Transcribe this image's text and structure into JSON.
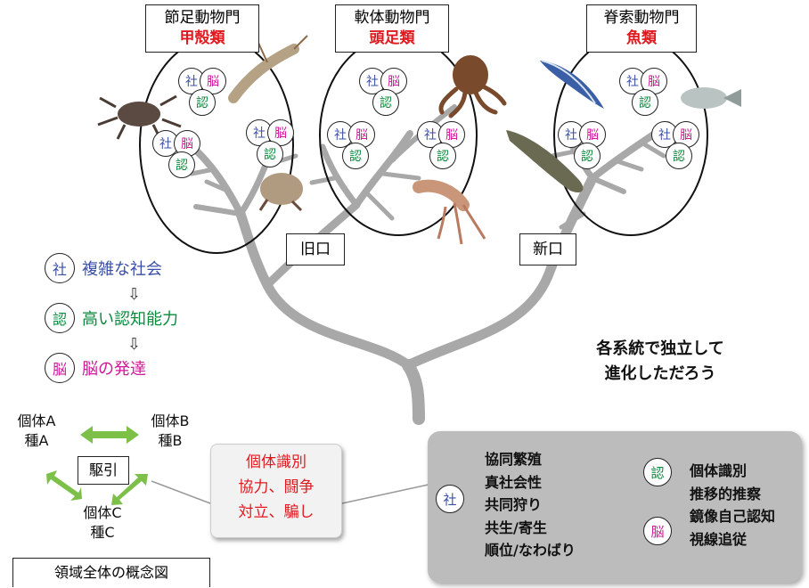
{
  "phyla": [
    {
      "phylum": "節足動物門",
      "class": "甲殻類"
    },
    {
      "phylum": "軟体動物門",
      "class": "頭足類"
    },
    {
      "phylum": "脊索動物門",
      "class": "魚類"
    }
  ],
  "badges": {
    "sha": "社",
    "nou": "脳",
    "nin": "認"
  },
  "branch_labels": {
    "protostome": "旧口",
    "deuterostome": "新口"
  },
  "legend": [
    {
      "symbol": "社",
      "text": "複雑な社会"
    },
    {
      "symbol": "認",
      "text": "高い認知能力"
    },
    {
      "symbol": "脳",
      "text": "脳の発達"
    }
  ],
  "legend_arrow": "⇩",
  "conclusion": [
    "各系統で独立して",
    "進化しただろう"
  ],
  "concept": {
    "individual_a": [
      "個体A",
      "種A"
    ],
    "individual_b": [
      "個体B",
      "種B"
    ],
    "individual_c": [
      "個体C",
      "種C"
    ],
    "driver": "駆引",
    "caption": "領域全体の概念図"
  },
  "interactions": [
    "個体識別",
    "協力、闘争",
    "対立、騙し"
  ],
  "social_list": [
    "協同繁殖",
    "真社会性",
    "共同狩り",
    "共生/寄生",
    "順位/なわばり"
  ],
  "cognitive_list": [
    "個体識別",
    "推移的推察",
    "鏡像自己認知",
    "視線追従"
  ],
  "colors": {
    "social": "#3a4fa6",
    "cognitive": "#0a8a3c",
    "brain": "#d0199a",
    "red": "#e0191f",
    "tree": "#a8a8a8"
  }
}
